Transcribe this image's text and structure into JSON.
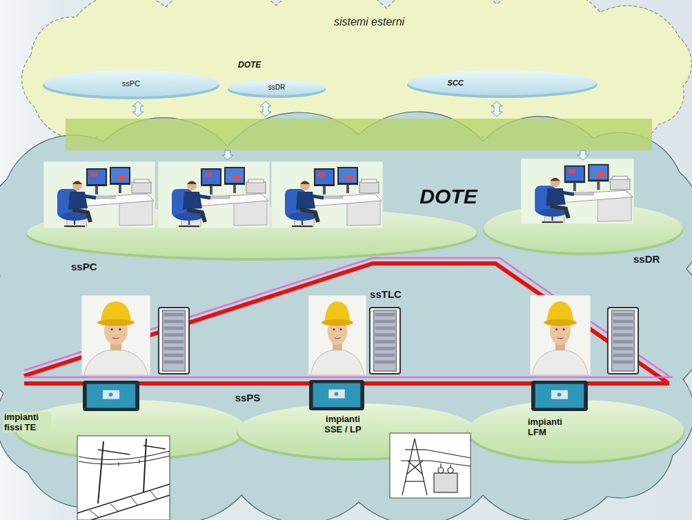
{
  "diagram": {
    "nodes": [
      {
        "text": [
          "sistemi esterni"
        ]
      },
      {
        "text": [
          "ssPC"
        ],
        "in": 0
      },
      {
        "text": [
          "DOTE",
          "ssDR"
        ],
        "in": 0
      },
      {
        "text": [
          "SCC"
        ],
        "in": 0
      },
      {
        "text": [
          "DOTE"
        ]
      },
      {
        "text": [
          "ssPC"
        ],
        "in": 4
      },
      {
        "text": [
          "ssDR"
        ],
        "in": 4
      },
      {
        "text": [
          "impianti fissi TE"
        ],
        "in": 4
      },
      {
        "text": [
          "impianti SSE / LP"
        ],
        "in": 4
      },
      {
        "text": [
          "impianti LFM"
        ],
        "in": 4
      }
    ],
    "labels": [
      "ssTLC",
      "ssPS"
    ]
  }
}
